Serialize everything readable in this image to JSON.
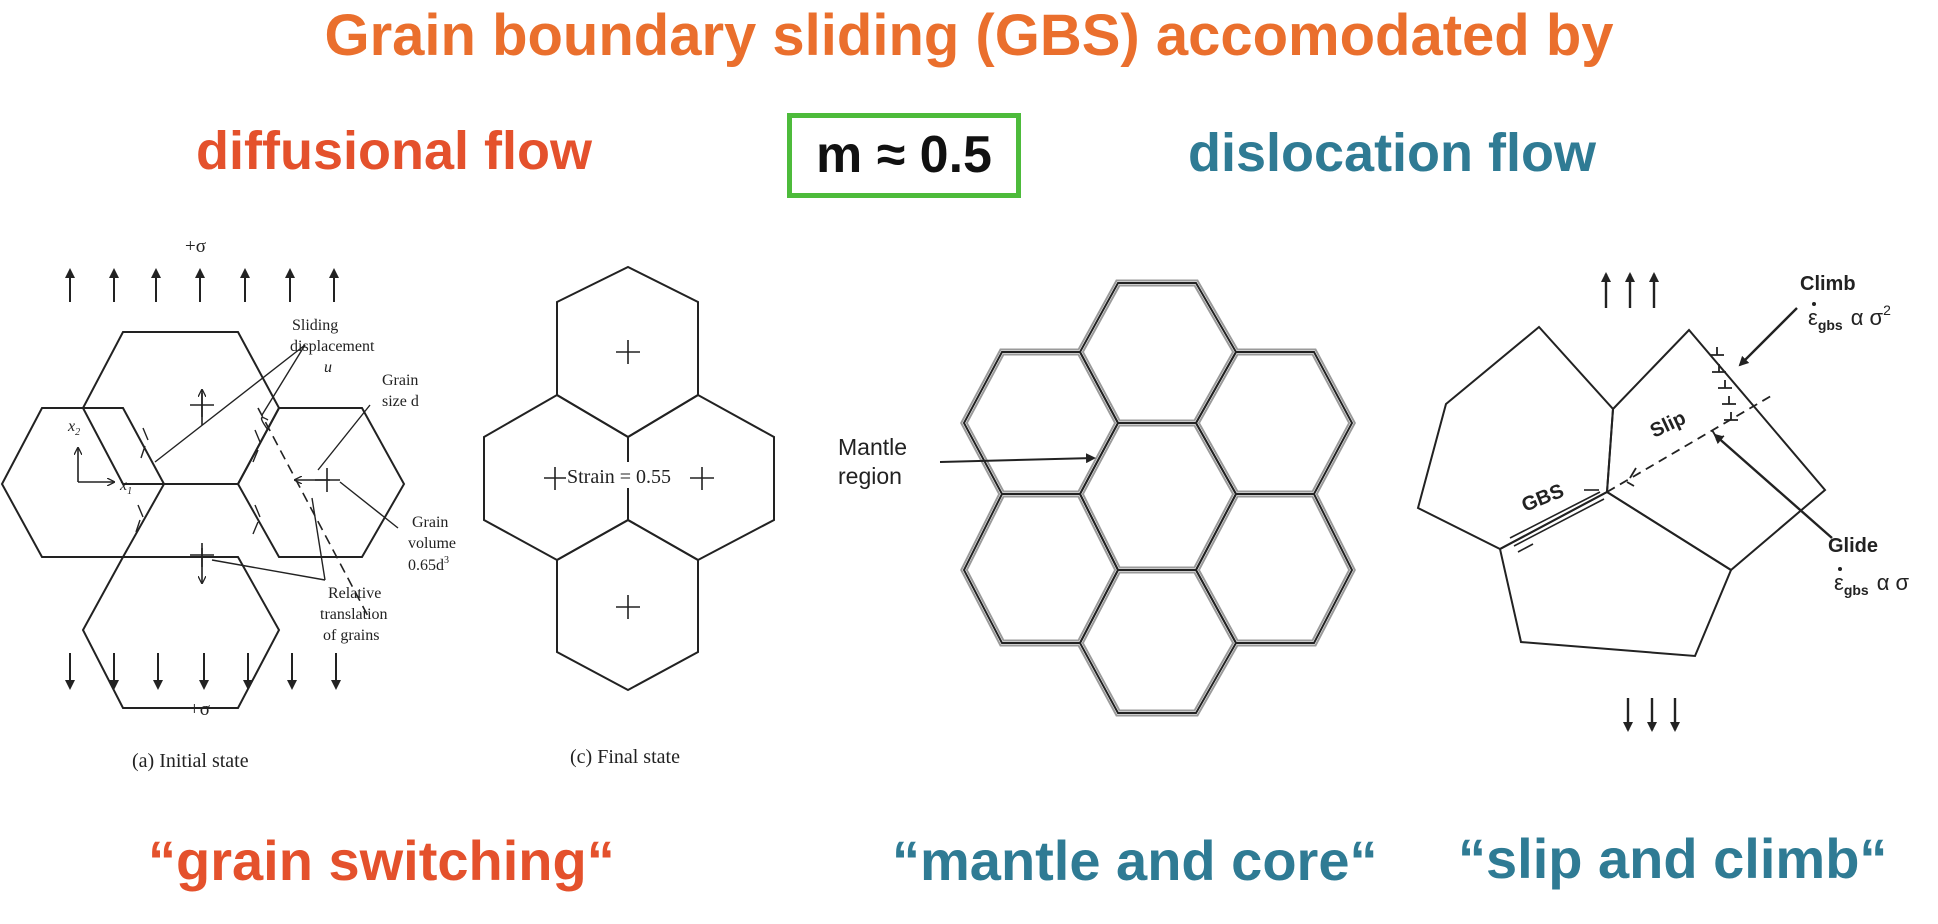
{
  "title": "Grain boundary sliding (GBS) accomodated by",
  "headings": {
    "left": "diffusional flow",
    "center": "m ≈ 0.5",
    "right": "dislocation flow"
  },
  "panel_a": {
    "stress_top": "+σ",
    "stress_bottom": "+σ",
    "sliding1": "Sliding",
    "sliding2": "displacement",
    "sliding3": "u",
    "grainsize1": "Grain",
    "grainsize2": "size d",
    "x2": "x",
    "x2sub": "2",
    "x1": "x",
    "x1sub": "1",
    "vol1": "Grain",
    "vol2": "volume",
    "vol3": "0.65d",
    "vol3sup": "3",
    "rel1": "Relative",
    "rel2": "translation",
    "rel3": "of grains",
    "caption": "(a) Initial state"
  },
  "panel_c": {
    "strain": "Strain = 0.55",
    "caption": "(c) Final state"
  },
  "panel_m": {
    "mantle1": "Mantle",
    "mantle2": "region"
  },
  "panel_s": {
    "climb": "Climb",
    "climb_eq": "ε",
    "climb_sub": "gbs",
    "climb_rel": "α σ",
    "climb_sup": "2",
    "slip": "Slip",
    "gbs": "GBS",
    "glide": "Glide",
    "glide_eq": "ε",
    "glide_sub": "gbs",
    "glide_rel": "α σ"
  },
  "captions": {
    "grain_switching": "“grain switching“",
    "mantle_core": "“mantle and core“",
    "slip_climb": "“slip and climb“"
  },
  "colors": {
    "title": "#ea6f2d",
    "red": "#e4512c",
    "blue": "#2f7b94",
    "box": "#4dbb3b"
  }
}
